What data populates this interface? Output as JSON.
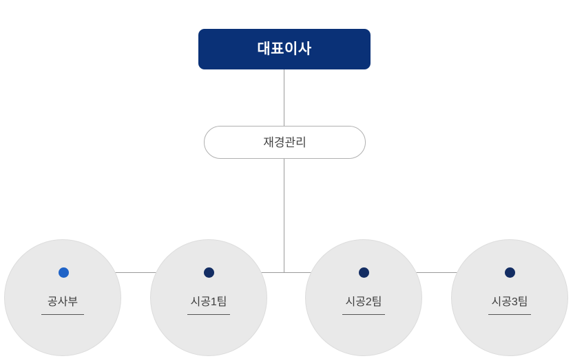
{
  "chart": {
    "title_node": {
      "label": "대표이사",
      "bg_color": "#0a3177",
      "text_color": "#ffffff"
    },
    "staff_node": {
      "label": "재경관리",
      "bg_color": "#ffffff",
      "border_color": "#b0b0b0",
      "text_color": "#444444"
    },
    "departments": [
      {
        "label": "공사부",
        "dot_color": "#1f63c7",
        "circle_color": "#e9e9e9"
      },
      {
        "label": "시공1팀",
        "dot_color": "#132d63",
        "circle_color": "#e9e9e9"
      },
      {
        "label": "시공2팀",
        "dot_color": "#132d63",
        "circle_color": "#e9e9e9"
      },
      {
        "label": "시공3팀",
        "dot_color": "#132d63",
        "circle_color": "#e9e9e9"
      }
    ],
    "connector_color": "#9a9a9a"
  }
}
